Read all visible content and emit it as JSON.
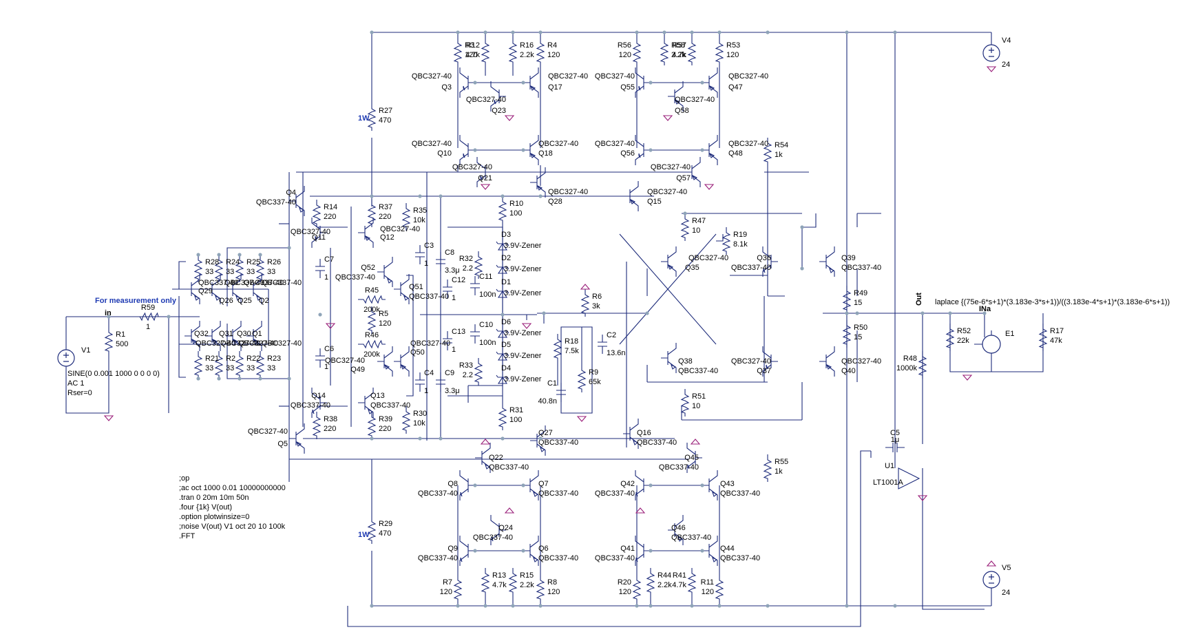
{
  "schematic": {
    "notes": {
      "measure": "For measurement only",
      "in_label": "in",
      "out_label": "Out",
      "wattage_top": "1W",
      "wattage_bottom": "1W"
    },
    "sources": {
      "V1": {
        "name": "V1",
        "spec": "SINE(0 0.001 1000 0 0 0 0)",
        "ac": "AC 1",
        "rser": "Rser=0"
      },
      "V4": {
        "name": "V4",
        "value": "24"
      },
      "V5": {
        "name": "V5",
        "value": "24"
      },
      "E1": {
        "name": "E1",
        "node": "INa",
        "expr": "laplace {(75e-6*s+1)*(3.183e-3*s+1))/((3.183e-4*s+1)*(3.183e-6*s+1))"
      },
      "U1": {
        "name": "U1",
        "part": "LT1001A"
      }
    },
    "directives": [
      ";op",
      ";ac oct 1000 0.01 10000000000",
      ".tran 0 20m 10m 50n",
      ".four {1k}  V(out)",
      ".option plotwinsize=0",
      ";noise V(out) V1 oct 20 10 100k",
      ".FFT"
    ],
    "resistors": [
      {
        "n": "R1",
        "v": "500"
      },
      {
        "n": "R59",
        "v": "1"
      },
      {
        "n": "R3",
        "v": "120"
      },
      {
        "n": "R12",
        "v": "4.7k"
      },
      {
        "n": "R16",
        "v": "2.2k"
      },
      {
        "n": "R4",
        "v": "120"
      },
      {
        "n": "R56",
        "v": "120"
      },
      {
        "n": "R58",
        "v": "2.2k"
      },
      {
        "n": "R57",
        "v": "4.7k"
      },
      {
        "n": "R53",
        "v": "120"
      },
      {
        "n": "R27",
        "v": "470"
      },
      {
        "n": "R54",
        "v": "1k"
      },
      {
        "n": "R14",
        "v": "220"
      },
      {
        "n": "R37",
        "v": "220"
      },
      {
        "n": "R35",
        "v": "10k"
      },
      {
        "n": "R10",
        "v": "100"
      },
      {
        "n": "R47",
        "v": "10"
      },
      {
        "n": "R19",
        "v": "8.1k"
      },
      {
        "n": "R28",
        "v": "33"
      },
      {
        "n": "R24",
        "v": "33"
      },
      {
        "n": "R25",
        "v": "33"
      },
      {
        "n": "R26",
        "v": "33"
      },
      {
        "n": "R32",
        "v": "2.2"
      },
      {
        "n": "R45",
        "v": "200k"
      },
      {
        "n": "R5",
        "v": "120"
      },
      {
        "n": "R6",
        "v": "3k"
      },
      {
        "n": "R49",
        "v": "15"
      },
      {
        "n": "R50",
        "v": "15"
      },
      {
        "n": "R46",
        "v": "200k"
      },
      {
        "n": "R18",
        "v": "7.5k"
      },
      {
        "n": "R9",
        "v": "65k"
      },
      {
        "n": "R52",
        "v": "22k"
      },
      {
        "n": "R17",
        "v": "47k"
      },
      {
        "n": "R48",
        "v": "1000k"
      },
      {
        "n": "R21",
        "v": "33"
      },
      {
        "n": "R2",
        "v": "33"
      },
      {
        "n": "R22",
        "v": "33"
      },
      {
        "n": "R23",
        "v": "33"
      },
      {
        "n": "R33",
        "v": "2.2"
      },
      {
        "n": "R51",
        "v": "10"
      },
      {
        "n": "R38",
        "v": "220"
      },
      {
        "n": "R39",
        "v": "220"
      },
      {
        "n": "R30",
        "v": "10k"
      },
      {
        "n": "R31",
        "v": "100"
      },
      {
        "n": "R55",
        "v": "1k"
      },
      {
        "n": "R29",
        "v": "470"
      },
      {
        "n": "R7",
        "v": "120"
      },
      {
        "n": "R13",
        "v": "4.7k"
      },
      {
        "n": "R15",
        "v": "2.2k"
      },
      {
        "n": "R8",
        "v": "120"
      },
      {
        "n": "R20",
        "v": "120"
      },
      {
        "n": "R44",
        "v": "2.2k"
      },
      {
        "n": "R41",
        "v": "4.7k"
      },
      {
        "n": "R11",
        "v": "120"
      }
    ],
    "capacitors": [
      {
        "n": "C7",
        "v": "1"
      },
      {
        "n": "C6",
        "v": "1"
      },
      {
        "n": "C3",
        "v": "1"
      },
      {
        "n": "C8",
        "v": "3.3μ"
      },
      {
        "n": "C12",
        "v": "1"
      },
      {
        "n": "C11",
        "v": "100n"
      },
      {
        "n": "C13",
        "v": "1"
      },
      {
        "n": "C10",
        "v": "100n"
      },
      {
        "n": "C4",
        "v": "1"
      },
      {
        "n": "C9",
        "v": "3.3μ"
      },
      {
        "n": "C2",
        "v": "13.6n"
      },
      {
        "n": "C1",
        "v": "40.8n"
      },
      {
        "n": "C5",
        "v": "1μ"
      }
    ],
    "diodes": [
      {
        "n": "D3",
        "v": "3.9V-Zener"
      },
      {
        "n": "D2",
        "v": "3.9V-Zener"
      },
      {
        "n": "D1",
        "v": "3.9V-Zener"
      },
      {
        "n": "D6",
        "v": "3.9V-Zener"
      },
      {
        "n": "D5",
        "v": "3.9V-Zener"
      },
      {
        "n": "D4",
        "v": "3.9V-Zener"
      }
    ],
    "transistors": [
      {
        "n": "Q3",
        "m": "QBC327-40"
      },
      {
        "n": "Q17",
        "m": "QBC327-40"
      },
      {
        "n": "Q23",
        "m": "QBC327-40"
      },
      {
        "n": "Q10",
        "m": "QBC327-40"
      },
      {
        "n": "Q18",
        "m": "QBC327-40"
      },
      {
        "n": "Q21",
        "m": "QBC327-40"
      },
      {
        "n": "Q28",
        "m": "QBC327-40"
      },
      {
        "n": "Q55",
        "m": "QBC327-40"
      },
      {
        "n": "Q47",
        "m": "QBC327-40"
      },
      {
        "n": "Q58",
        "m": "QBC327-40"
      },
      {
        "n": "Q56",
        "m": "QBC327-40"
      },
      {
        "n": "Q48",
        "m": "QBC327-40"
      },
      {
        "n": "Q57",
        "m": "QBC327-40"
      },
      {
        "n": "Q15",
        "m": "QBC327-40"
      },
      {
        "n": "Q4",
        "m": "QBC337-40"
      },
      {
        "n": "Q11",
        "m": "QBC327-40"
      },
      {
        "n": "Q12",
        "m": "QBC327-40"
      },
      {
        "n": "Q52",
        "m": "QBC337-40"
      },
      {
        "n": "Q51",
        "m": "QBC337-40"
      },
      {
        "n": "Q35",
        "m": "QBC327-40"
      },
      {
        "n": "Q36",
        "m": "QBC337-40"
      },
      {
        "n": "Q39",
        "m": "QBC337-40"
      },
      {
        "n": "Q50",
        "m": "QBC327-40"
      },
      {
        "n": "Q49",
        "m": "QBC327-40"
      },
      {
        "n": "Q38",
        "m": "QBC337-40"
      },
      {
        "n": "Q37",
        "m": "QBC327-40"
      },
      {
        "n": "Q40",
        "m": "QBC327-40"
      },
      {
        "n": "Q14",
        "m": "QBC337-40"
      },
      {
        "n": "Q13",
        "m": "QBC337-40"
      },
      {
        "n": "Q5",
        "m": "QBC327-40"
      },
      {
        "n": "Q27",
        "m": "QBC337-40"
      },
      {
        "n": "Q16",
        "m": "QBC337-40"
      },
      {
        "n": "Q22",
        "m": "QBC337-40"
      },
      {
        "n": "Q45",
        "m": "QBC337-40"
      },
      {
        "n": "Q8",
        "m": "QBC337-40"
      },
      {
        "n": "Q7",
        "m": "QBC337-40"
      },
      {
        "n": "Q42",
        "m": "QBC337-40"
      },
      {
        "n": "Q43",
        "m": "QBC337-40"
      },
      {
        "n": "Q24",
        "m": "QBC337-40"
      },
      {
        "n": "Q46",
        "m": "QBC337-40"
      },
      {
        "n": "Q9",
        "m": "QBC337-40"
      },
      {
        "n": "Q6",
        "m": "QBC337-40"
      },
      {
        "n": "Q41",
        "m": "QBC337-40"
      },
      {
        "n": "Q44",
        "m": "QBC337-40"
      },
      {
        "n": "Q29",
        "m": "QBC337-40"
      },
      {
        "n": "Q26",
        "m": "QBC337-40"
      },
      {
        "n": "Q25",
        "m": "QBC337-40"
      },
      {
        "n": "Q2",
        "m": "QBC337-40"
      },
      {
        "n": "Q32",
        "m": "QBC327-40"
      },
      {
        "n": "Q31",
        "m": "QBC327-40"
      },
      {
        "n": "Q30",
        "m": "QBC327-40"
      },
      {
        "n": "Q1",
        "m": "QBC327-40"
      }
    ]
  }
}
